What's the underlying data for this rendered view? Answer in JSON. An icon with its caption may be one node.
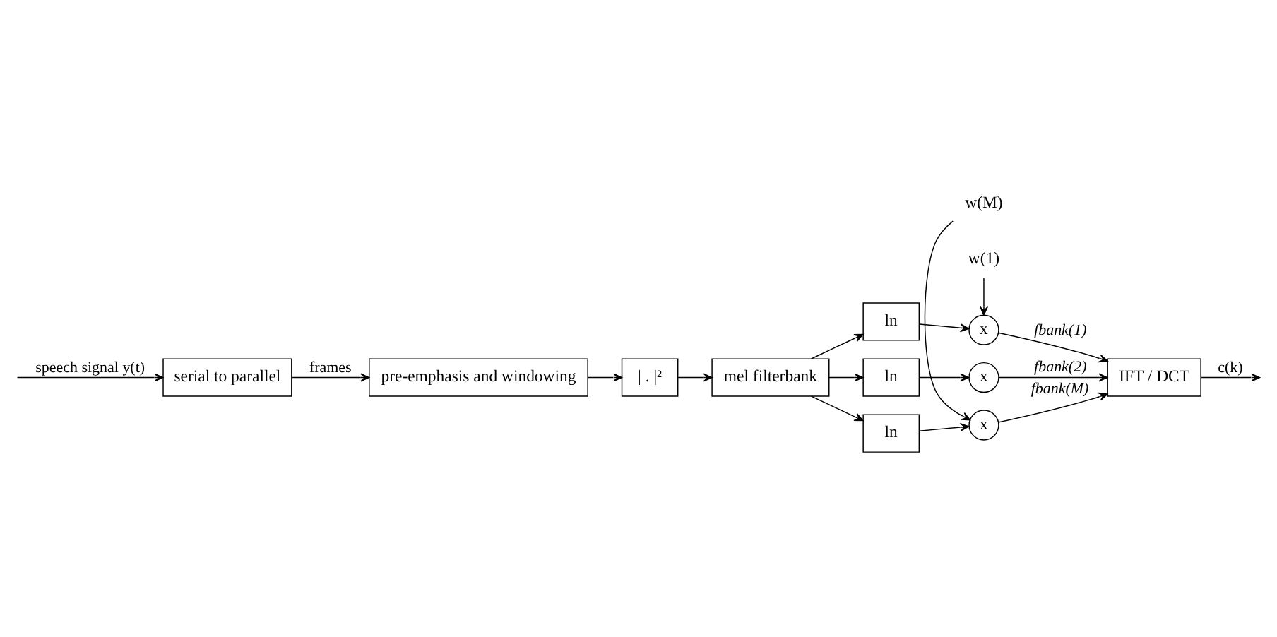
{
  "diagram": {
    "nodes": [
      {
        "text": [
          "serial to parallel"
        ]
      },
      {
        "text": [
          "pre-emphasis and windowing"
        ]
      },
      {
        "text": [
          "| . |²"
        ]
      },
      {
        "text": [
          "mel filterbank"
        ]
      },
      {
        "text": [
          "ln"
        ]
      },
      {
        "text": [
          "ln"
        ]
      },
      {
        "text": [
          "ln"
        ]
      },
      {
        "text": [
          "x"
        ]
      },
      {
        "text": [
          "x"
        ]
      },
      {
        "text": [
          "x"
        ]
      },
      {
        "text": [
          "IFT / DCT"
        ]
      },
      {
        "text": [
          "w(1)"
        ]
      },
      {
        "text": [
          "w(M)"
        ]
      }
    ],
    "edges": [
      {
        "from": null,
        "to": 0,
        "arrow": "to",
        "label": "speech signal y(t)"
      },
      {
        "from": 0,
        "to": 1,
        "arrow": "to",
        "label": "frames"
      },
      {
        "from": 1,
        "to": 2,
        "arrow": "to"
      },
      {
        "from": 2,
        "to": 3,
        "arrow": "to"
      },
      {
        "from": 3,
        "to": 4,
        "arrow": "to"
      },
      {
        "from": 3,
        "to": 5,
        "arrow": "to"
      },
      {
        "from": 3,
        "to": 6,
        "arrow": "to"
      },
      {
        "from": 4,
        "to": 7,
        "arrow": "to"
      },
      {
        "from": 5,
        "to": 8,
        "arrow": "to"
      },
      {
        "from": 6,
        "to": 9,
        "arrow": "to"
      },
      {
        "from": 11,
        "to": 7,
        "arrow": "to"
      },
      {
        "from": 12,
        "to": 9,
        "arrow": "to"
      },
      {
        "from": 7,
        "to": 10,
        "arrow": "to",
        "label": "fbank(1)"
      },
      {
        "from": 8,
        "to": 10,
        "arrow": "to",
        "label": "fbank(2)"
      },
      {
        "from": 9,
        "to": 10,
        "arrow": "to",
        "label": "fbank(M)"
      },
      {
        "from": 10,
        "to": null,
        "arrow": "to",
        "label": "c(k)"
      }
    ]
  }
}
